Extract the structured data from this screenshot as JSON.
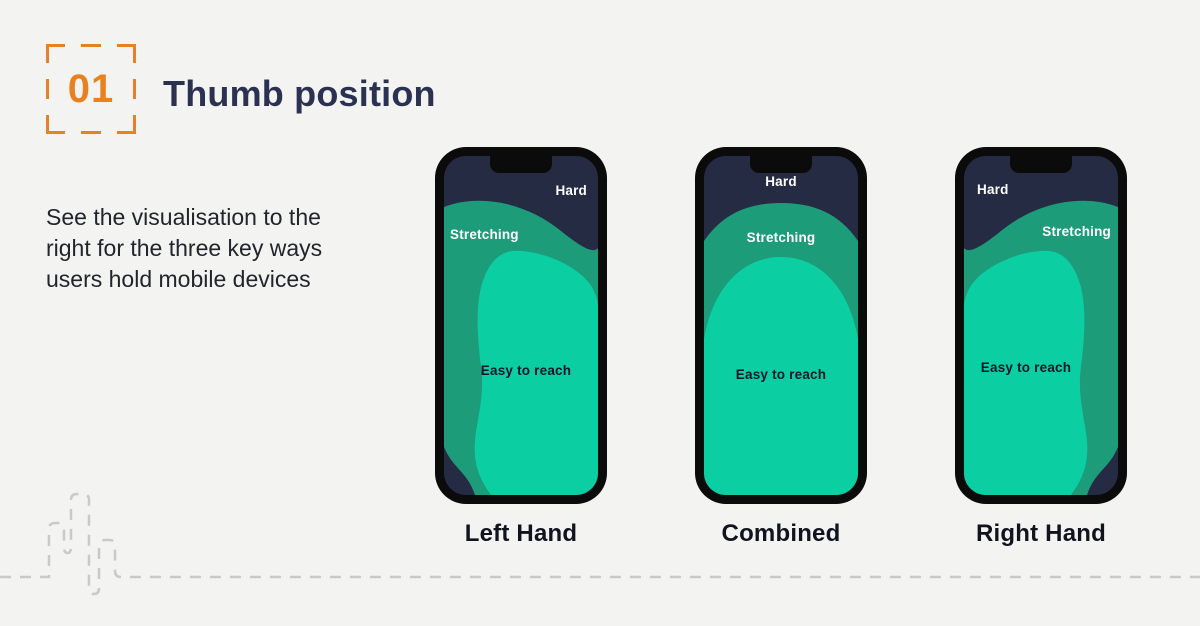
{
  "header": {
    "number": "01",
    "title": "Thumb position"
  },
  "intro": {
    "lines": [
      "See the visualisation to the",
      "right for the three key ways",
      "users hold mobile devices"
    ]
  },
  "phones": [
    {
      "id": "left-hand",
      "label": "Left Hand",
      "zones": {
        "hard": "Hard",
        "stretching": "Stretching",
        "easy": "Easy to reach"
      }
    },
    {
      "id": "combined",
      "label": "Combined",
      "zones": {
        "hard": "Hard",
        "stretching": "Stretching",
        "easy": "Easy to reach"
      }
    },
    {
      "id": "right-hand",
      "label": "Right Hand",
      "zones": {
        "hard": "Hard",
        "stretching": "Stretching",
        "easy": "Easy to reach"
      }
    }
  ],
  "colors": {
    "background": "#f3f3f2",
    "accent_orange": "#e8811f",
    "title_navy": "#2b3150",
    "phone_frame": "#0b0b0c",
    "screen_hard_navy": "#262b44",
    "stretching_green": "#1d9c7a",
    "easy_teal": "#0bcfa2",
    "dash_gray": "#c9c9c9"
  }
}
